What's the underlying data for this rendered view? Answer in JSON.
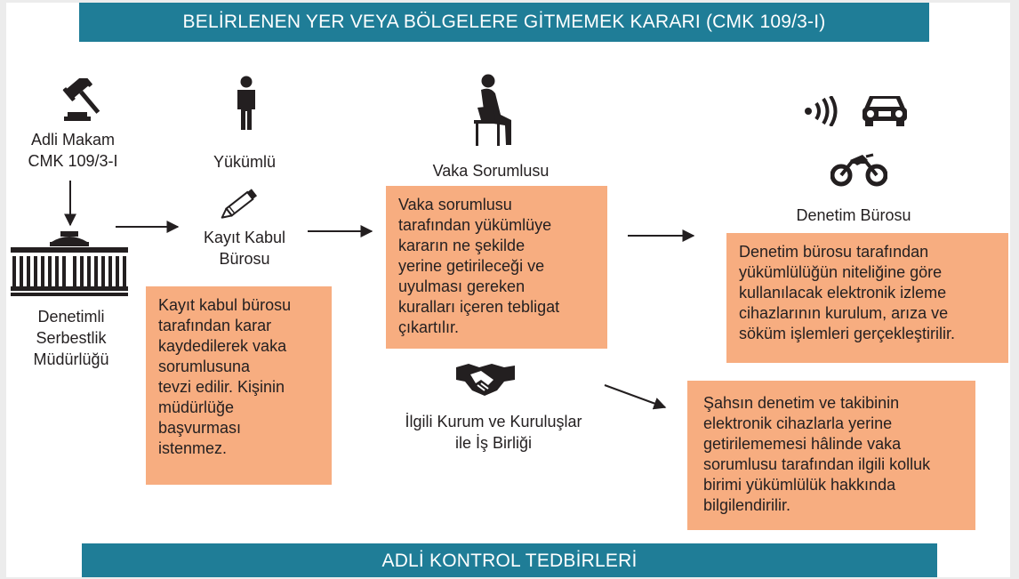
{
  "title": "BELİRLENEN YER VEYA BÖLGELERE GİTMEMEK KARARI (CMK 109/3-I)",
  "footer": "ADLİ KONTROL TEDBİRLERİ",
  "nodes": {
    "judicial": {
      "line1": "Adli Makam",
      "line2": "CMK 109/3-I",
      "icon": "gavel-icon"
    },
    "directorate": {
      "line1": "Denetimli",
      "line2": "Serbestlik",
      "line3": "Müdürlüğü",
      "icon": "courthouse-icon"
    },
    "obligee": {
      "label": "Yükümlü",
      "icon": "person-icon"
    },
    "registry": {
      "line1": "Kayıt Kabul",
      "line2": "Bürosu",
      "icon": "pencil-icon"
    },
    "case_officer": {
      "label": "Vaka Sorumlusu",
      "icon": "seated-person-icon"
    },
    "cooperation": {
      "line1": "İlgili Kurum ve Kuruluşlar",
      "line2": "ile İş Birliği",
      "icon": "handshake-icon"
    },
    "supervision": {
      "label": "Denetim Bürosu",
      "icons": [
        "signal-icon",
        "car-icon",
        "motorcycle-icon"
      ]
    }
  },
  "boxes": {
    "registry": [
      "Kayıt kabul bürosu",
      "tarafından karar",
      "kaydedilerek vaka",
      "sorumlusuna",
      "tevzi edilir. Kişinin",
      "müdürlüğe",
      "başvurması",
      "istenmez."
    ],
    "case_officer": [
      "Vaka sorumlusu",
      "tarafından yükümlüye",
      "kararın ne şekilde",
      "yerine getirileceği ve",
      "uyulması gereken",
      "kuralları içeren tebligat",
      "çıkartılır."
    ],
    "supervision": [
      "Denetim bürosu tarafından",
      "yükümlülüğün niteliğine göre",
      "kullanılacak elektronik izleme",
      "cihazlarının kurulum, arıza ve",
      "söküm işlemleri gerçekleştirilir."
    ],
    "police": [
      "Şahsın denetim ve takibinin",
      "elektronik cihazlarla yerine",
      "getirilememesi hâlinde vaka",
      "sorumlusu tarafından ilgili kolluk",
      "birimi yükümlülük hakkında",
      "bilgilendirilir."
    ]
  },
  "colors": {
    "banner": "#1f7d97",
    "box": "#f7ad80",
    "ink": "#231f20"
  }
}
